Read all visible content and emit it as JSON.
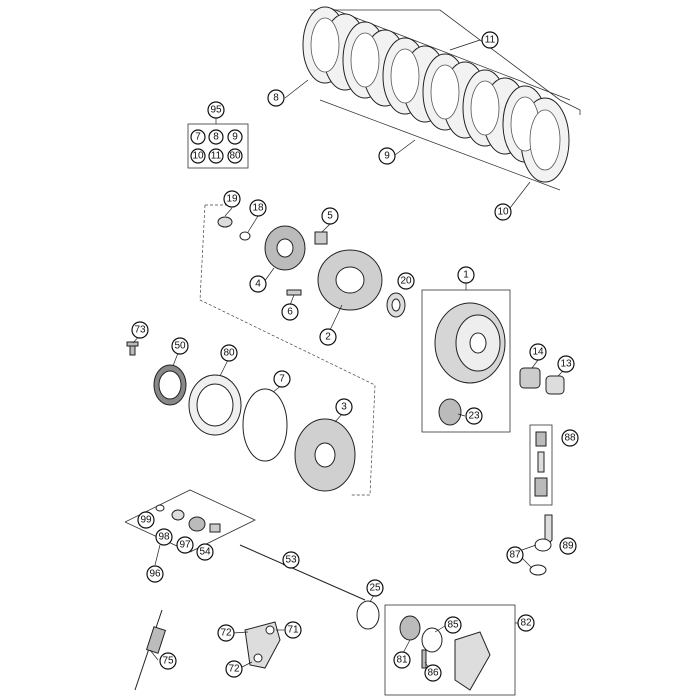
{
  "diagram": {
    "callouts": {
      "p1": "1",
      "p2": "2",
      "p3": "3",
      "p4": "4",
      "p5": "5",
      "p6": "6",
      "p7": "7",
      "p8": "8",
      "p9": "9",
      "p10": "10",
      "p11": "11",
      "p13": "13",
      "p14": "14",
      "p18": "18",
      "p19": "19",
      "p20": "20",
      "p23": "23",
      "p25": "25",
      "p50": "50",
      "p53": "53",
      "p54": "54",
      "p71": "71",
      "p72a": "72",
      "p72b": "72",
      "p73": "73",
      "p75": "75",
      "p80": "80",
      "p81": "81",
      "p82": "82",
      "p85": "85",
      "p86": "86",
      "p87": "87",
      "p88": "88",
      "p89": "89",
      "p95": "95",
      "p96": "96",
      "p97": "97",
      "p98": "98",
      "p99": "99"
    },
    "kit95": [
      "7",
      "8",
      "9",
      "10",
      "11",
      "80"
    ]
  }
}
